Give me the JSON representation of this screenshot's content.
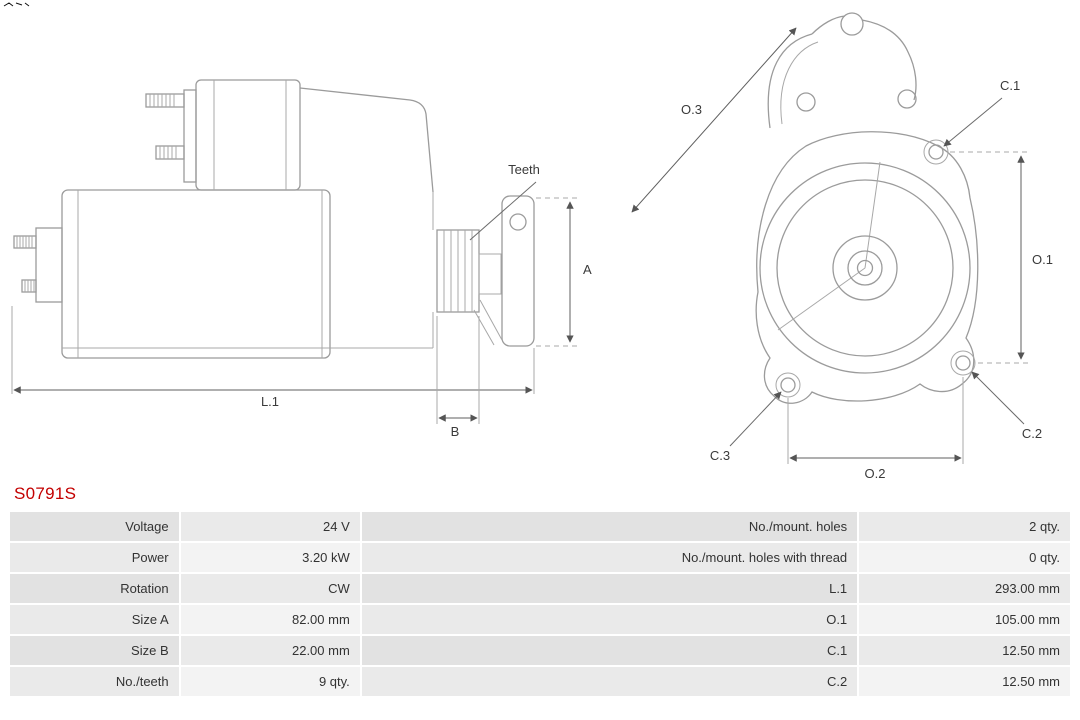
{
  "part_number": "S0791S",
  "colors": {
    "part_number_red": "#c30000",
    "table_label_bg": "#e2e2e2",
    "table_value_bg": "#f3f3f3"
  },
  "diagram": {
    "side_view": {
      "labels": {
        "teeth": "Teeth",
        "a": "A",
        "l1": "L.1",
        "b": "B"
      }
    },
    "front_view": {
      "labels": {
        "o1": "O.1",
        "o2": "O.2",
        "o3": "O.3",
        "c1": "C.1",
        "c2": "C.2",
        "c3": "C.3"
      }
    }
  },
  "specs": {
    "rows": [
      {
        "label_left": "Voltage",
        "value_left": "24 V",
        "label_right": "No./mount. holes",
        "value_right": "2 qty."
      },
      {
        "label_left": "Power",
        "value_left": "3.20 kW",
        "label_right": "No./mount. holes with thread",
        "value_right": "0 qty."
      },
      {
        "label_left": "Rotation",
        "value_left": "CW",
        "label_right": "L.1",
        "value_right": "293.00 mm"
      },
      {
        "label_left": "Size A",
        "value_left": "82.00 mm",
        "label_right": "O.1",
        "value_right": "105.00 mm"
      },
      {
        "label_left": "Size B",
        "value_left": "22.00 mm",
        "label_right": "C.1",
        "value_right": "12.50 mm"
      },
      {
        "label_left": "No./teeth",
        "value_left": "9 qty.",
        "label_right": "C.2",
        "value_right": "12.50 mm"
      }
    ]
  }
}
